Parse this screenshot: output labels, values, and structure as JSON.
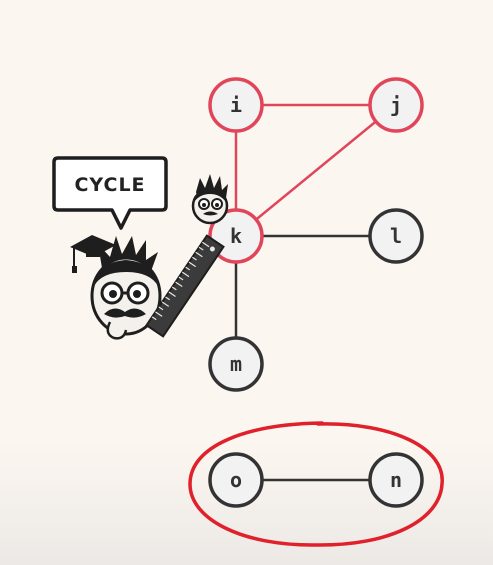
{
  "speech_bubble": {
    "text": "CYCLE"
  },
  "graph": {
    "nodes": [
      {
        "id": "i",
        "label": "i",
        "highlighted": true
      },
      {
        "id": "j",
        "label": "j",
        "highlighted": true
      },
      {
        "id": "k",
        "label": "k",
        "highlighted": true
      },
      {
        "id": "l",
        "label": "l",
        "highlighted": false
      },
      {
        "id": "m",
        "label": "m",
        "highlighted": false
      },
      {
        "id": "o",
        "label": "o",
        "highlighted": false
      },
      {
        "id": "n",
        "label": "n",
        "highlighted": false
      }
    ],
    "edges": [
      {
        "from": "i",
        "to": "j",
        "highlighted": true
      },
      {
        "from": "i",
        "to": "k",
        "highlighted": true
      },
      {
        "from": "j",
        "to": "k",
        "highlighted": true
      },
      {
        "from": "k",
        "to": "l",
        "highlighted": false
      },
      {
        "from": "k",
        "to": "m",
        "highlighted": false
      },
      {
        "from": "o",
        "to": "n",
        "highlighted": false
      }
    ],
    "circled_component": [
      "o",
      "n"
    ]
  },
  "colors": {
    "highlight": "#e0455a",
    "normal": "#333333",
    "node_fill": "#f2f2f2",
    "circle_annotation": "#e0202a",
    "background": "#fcf6f0"
  }
}
